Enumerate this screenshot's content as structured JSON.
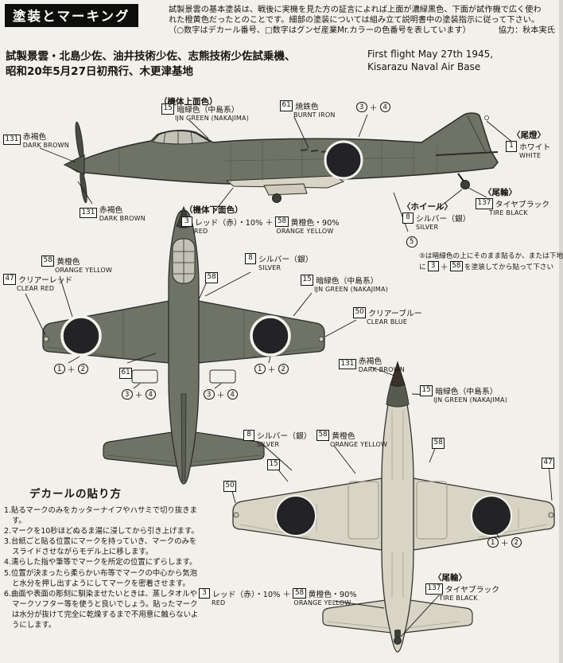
{
  "header": {
    "title": "塗装とマーキング",
    "intro_line1": "試製景雲の基本塗装は、戦後に実機を見た方の証言によれば上面が濃緑黒色、下面が試作機で広く使わ",
    "intro_line2": "れた橙黄色だったとのことです。細部の塗装については組み立て説明書中の塗装指示に従って下さい。",
    "intro_note": "（○数字はデカール番号、□数字はグンゼ産業Mr.カラーの色番号を表しています）",
    "credit": "協力：秋本実氏"
  },
  "subtitle": {
    "jp_line1": "試製景雲・北島少佐、油井技術少佐、志熊技術少佐試乗機、",
    "jp_line2": "昭和20年5月27日初飛行、木更津基地",
    "en_line1": "First flight May 27th 1945,",
    "en_line2": "Kisarazu Naval Air Base"
  },
  "section_labels": {
    "top_color": "（機体上面色）",
    "bottom_color": "（機体下面色）",
    "tail_light": "〈尾燈〉",
    "tail_wheel": "〈尾輪〉",
    "wheel": "〈ホイール〉"
  },
  "paints": {
    "ijn_green": {
      "code": "15",
      "jp": "暗緑色（中島系）",
      "en": "IJN GREEN (NAKAJIMA)"
    },
    "burnt_iron": {
      "code": "61",
      "jp": "焼鉄色",
      "en": "BURNT IRON"
    },
    "dark_brown": {
      "code": "131",
      "jp": "赤褐色",
      "en": "DARK BROWN"
    },
    "white": {
      "code": "1",
      "jp": "ホワイト",
      "en": "WHITE"
    },
    "tire_black": {
      "code": "137",
      "jp": "タイヤブラック",
      "en": "TIRE BLACK"
    },
    "silver": {
      "code": "8",
      "jp": "シルバー（銀）",
      "en": "SILVER"
    },
    "red_mix": {
      "code": "3",
      "jp": "レッド（赤）・10%",
      "en": "RED"
    },
    "orange_yellow": {
      "code": "58",
      "jp": "黄橙色",
      "en": "ORANGE YELLOW"
    },
    "orange_yellow_mix": {
      "code": "58",
      "jp": "黄橙色・90%",
      "en": "ORANGE YELLOW"
    },
    "clear_red": {
      "code": "47",
      "jp": "クリアーレッド",
      "en": "CLEAR RED"
    },
    "clear_blue": {
      "code": "50",
      "jp": "クリアーブルー",
      "en": "CLEAR BLUE"
    }
  },
  "decal_numbers": {
    "d1": "1",
    "d2": "2",
    "d3": "3",
    "d4": "4",
    "d5": "5",
    "plus": "＋"
  },
  "decal5_note": {
    "line1": "⑤は暗緑色の上にそのまま貼るか、または下地",
    "line2_prefix": "に",
    "line2_suffix": "を塗装してから貼って下さい"
  },
  "decal_instructions": {
    "title": "デカールの貼り方",
    "steps": [
      "1.貼るマークのみをカッターナイフやハサミで切り抜きます。",
      "2.マークを10秒ほどぬるま湯に浸してから引き上げます。",
      "3.台紙ごと貼る位置にマークを持っていき、マークのみをスライドさせながらモデル上に移します。",
      "4.濡らした指や筆等でマークを所定の位置にずらします。",
      "5.位置が決まったら柔らかい布等でマークの中心から気泡と水分を押し出すようにしてマークを密着させます。",
      "6.曲面や表面の彫刻に馴染ませたいときは、蒸しタオルやマークソフター等を使うと良いでしょう。貼ったマークは水分が抜けて完全に乾燥するまで不用意に触らないようにします。"
    ]
  },
  "colors": {
    "upper_surface_green": "#6f7366",
    "underside_yellow_gray": "#d8d5c6",
    "hinomaru": "#232326",
    "canopy": "#c2c2b6",
    "spinner_brown": "#3a3128",
    "outline": "#2b2b27"
  }
}
